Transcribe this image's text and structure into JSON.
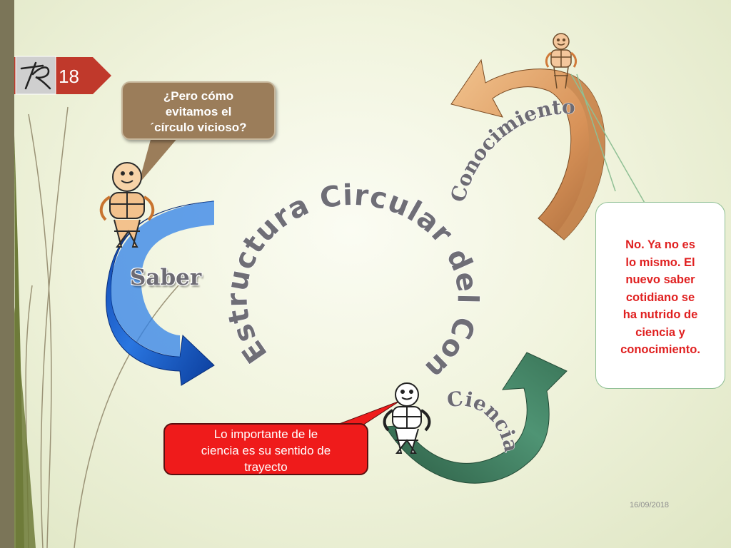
{
  "slide": {
    "number": "18",
    "date": "16/09/2018"
  },
  "diagram": {
    "title": "Estructura Circular del Conocimiento",
    "nodes": {
      "saber": "Saber",
      "conocimiento": "Conocimiento",
      "ciencia": "Ciencia"
    }
  },
  "bubbles": {
    "question": "¿Pero cómo\nevitamos el\n´círculo vicioso?",
    "answer": "No. Ya no es\nlo mismo. El\nnuevo saber\ncotidiano se\nha nutrido de\nciencia y\nconocimiento.",
    "science": "Lo importante de le\nciencia es su sentido de\ntrayecto"
  },
  "colors": {
    "saber_arrow": "#1a5fd0",
    "conocimiento_arrow": "#d8915c",
    "ciencia_arrow": "#3f8160",
    "tab": "#c0392b",
    "left_bar": "#7b7558"
  },
  "icons": [
    "slide-logo-icon",
    "person-icon"
  ]
}
